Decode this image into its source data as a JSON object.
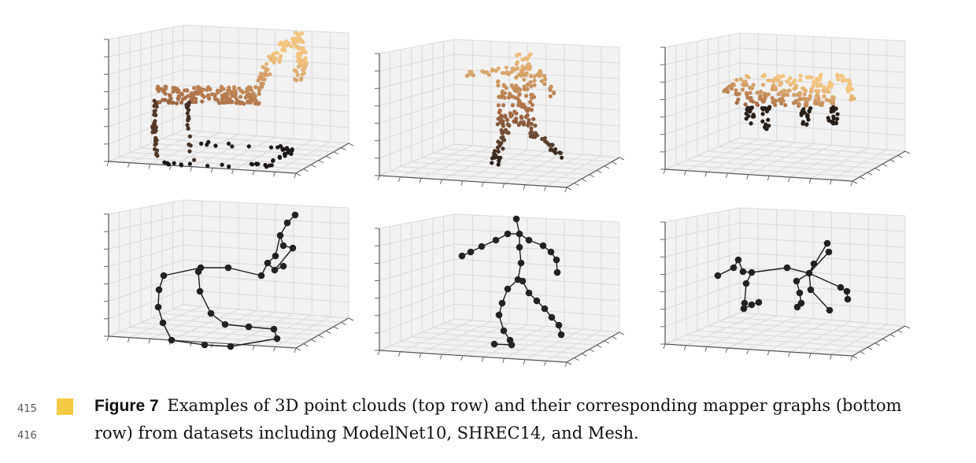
{
  "figure": {
    "label": "Figure 7",
    "caption_line1": "Examples of 3D point clouds (top row) and their corresponding mapper graphs (bottom",
    "caption_line2": "row) from datasets including ModelNet10, SHREC14, and Mesh.",
    "line_numbers": [
      "415",
      "416"
    ],
    "marker_color": "#f6c945",
    "colors": {
      "point_dark": "#1a1a1a",
      "point_light": "#f3c47f",
      "graph_node": "#222222",
      "grid": "#d9d9d9",
      "pane": "#f2f2f2"
    },
    "panels": [
      {
        "row": "top",
        "shape": "chair",
        "kind": "point-cloud"
      },
      {
        "row": "top",
        "shape": "human",
        "kind": "point-cloud"
      },
      {
        "row": "top",
        "shape": "animal",
        "kind": "point-cloud"
      },
      {
        "row": "bottom",
        "shape": "chair",
        "kind": "mapper-graph"
      },
      {
        "row": "bottom",
        "shape": "human",
        "kind": "mapper-graph"
      },
      {
        "row": "bottom",
        "shape": "animal",
        "kind": "mapper-graph"
      }
    ]
  }
}
